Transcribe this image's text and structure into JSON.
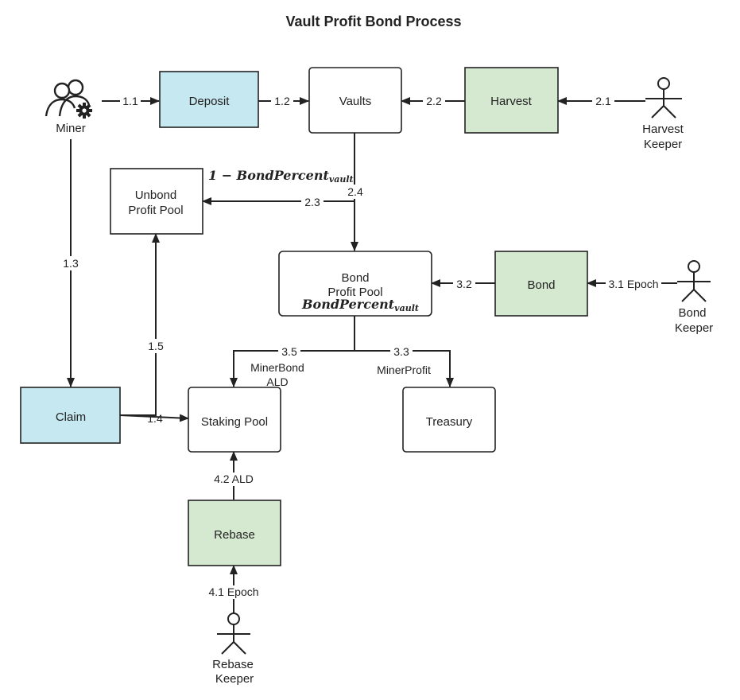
{
  "title": "Vault Profit Bond Process",
  "colors": {
    "blue_fill": "#c6e8f0",
    "green_fill": "#d5e8d0",
    "white_fill": "#ffffff",
    "stroke": "#222222"
  },
  "icons": {
    "miner": "user-group-gear-icon",
    "keeper": "stick-figure-icon",
    "arrow": "arrowhead-icon"
  },
  "nodes": {
    "miner_label": "Miner",
    "deposit": "Deposit",
    "vaults": "Vaults",
    "harvest": "Harvest",
    "harvest_keeper_line1": "Harvest",
    "harvest_keeper_line2": "Keeper",
    "unbond_line1": "Unbond",
    "unbond_line2": "Profit Pool",
    "bond_pool_line1": "Bond",
    "bond_pool_line2": "Profit Pool",
    "bond": "Bond",
    "bond_keeper_line1": "Bond",
    "bond_keeper_line2": "Keeper",
    "claim": "Claim",
    "staking_pool": "Staking Pool",
    "treasury": "Treasury",
    "rebase": "Rebase",
    "rebase_keeper_line1": "Rebase",
    "rebase_keeper_line2": "Keeper"
  },
  "formulas": {
    "unbond_main": "1 − BondPercent",
    "unbond_sub": "vault",
    "bond_main": "BondPercent",
    "bond_sub": "vault"
  },
  "edges": {
    "e1_1": "1.1",
    "e1_2": "1.2",
    "e1_3": "1.3",
    "e1_4": "1.4",
    "e1_5": "1.5",
    "e2_1": "2.1",
    "e2_2": "2.2",
    "e2_3": "2.3",
    "e2_4": "2.4",
    "e3_1": "3.1 Epoch",
    "e3_2": "3.2",
    "e3_3": "3.3",
    "e3_3_sub": "MinerProfit",
    "e3_5": "3.5",
    "e3_5_sub1": "MinerBond",
    "e3_5_sub2": "ALD",
    "e4_1": "4.1 Epoch",
    "e4_2": "4.2 ALD"
  }
}
